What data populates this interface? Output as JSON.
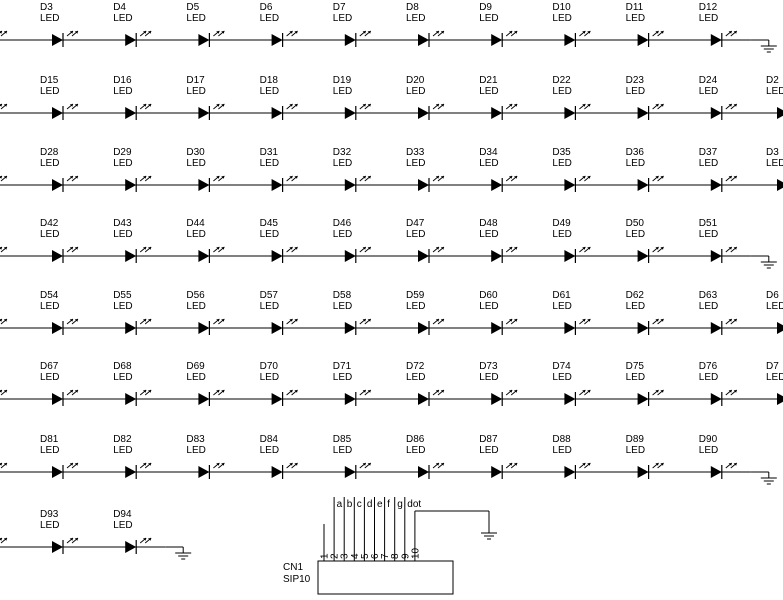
{
  "rows": [
    {
      "labels": [
        "D3",
        "D4",
        "D5",
        "D6",
        "D7",
        "D8",
        "D9",
        "D10",
        "D11",
        "D12"
      ],
      "lead_in": true,
      "end": "ground",
      "edge_label": ""
    },
    {
      "labels": [
        "D15",
        "D16",
        "D17",
        "D18",
        "D19",
        "D20",
        "D21",
        "D22",
        "D23",
        "D24"
      ],
      "lead_in": true,
      "end": "continue",
      "edge_label": "D2"
    },
    {
      "labels": [
        "D28",
        "D29",
        "D30",
        "D31",
        "D32",
        "D33",
        "D34",
        "D35",
        "D36",
        "D37"
      ],
      "lead_in": true,
      "end": "continue",
      "edge_label": "D3"
    },
    {
      "labels": [
        "D42",
        "D43",
        "D44",
        "D45",
        "D46",
        "D47",
        "D48",
        "D49",
        "D50",
        "D51"
      ],
      "lead_in": true,
      "end": "ground",
      "edge_label": ""
    },
    {
      "labels": [
        "D54",
        "D55",
        "D56",
        "D57",
        "D58",
        "D59",
        "D60",
        "D61",
        "D62",
        "D63"
      ],
      "lead_in": true,
      "end": "continue",
      "edge_label": "D6"
    },
    {
      "labels": [
        "D67",
        "D68",
        "D69",
        "D70",
        "D71",
        "D72",
        "D73",
        "D74",
        "D75",
        "D76"
      ],
      "lead_in": true,
      "end": "continue",
      "edge_label": "D7"
    },
    {
      "labels": [
        "D81",
        "D82",
        "D83",
        "D84",
        "D85",
        "D86",
        "D87",
        "D88",
        "D89",
        "D90"
      ],
      "lead_in": true,
      "end": "ground",
      "edge_label": ""
    },
    {
      "labels": [
        "D93",
        "D94"
      ],
      "lead_in": true,
      "end": "ground",
      "edge_label": ""
    }
  ],
  "led_value": "LED",
  "edge_value": "LED",
  "connector": {
    "ref": "CN1",
    "value": "SIP10",
    "pin_numbers": [
      "1",
      "2",
      "3",
      "4",
      "5",
      "6",
      "7",
      "8",
      "9",
      "10"
    ],
    "signal_labels": [
      "a",
      "b",
      "c",
      "d",
      "e",
      "f",
      "g",
      "dot"
    ]
  }
}
